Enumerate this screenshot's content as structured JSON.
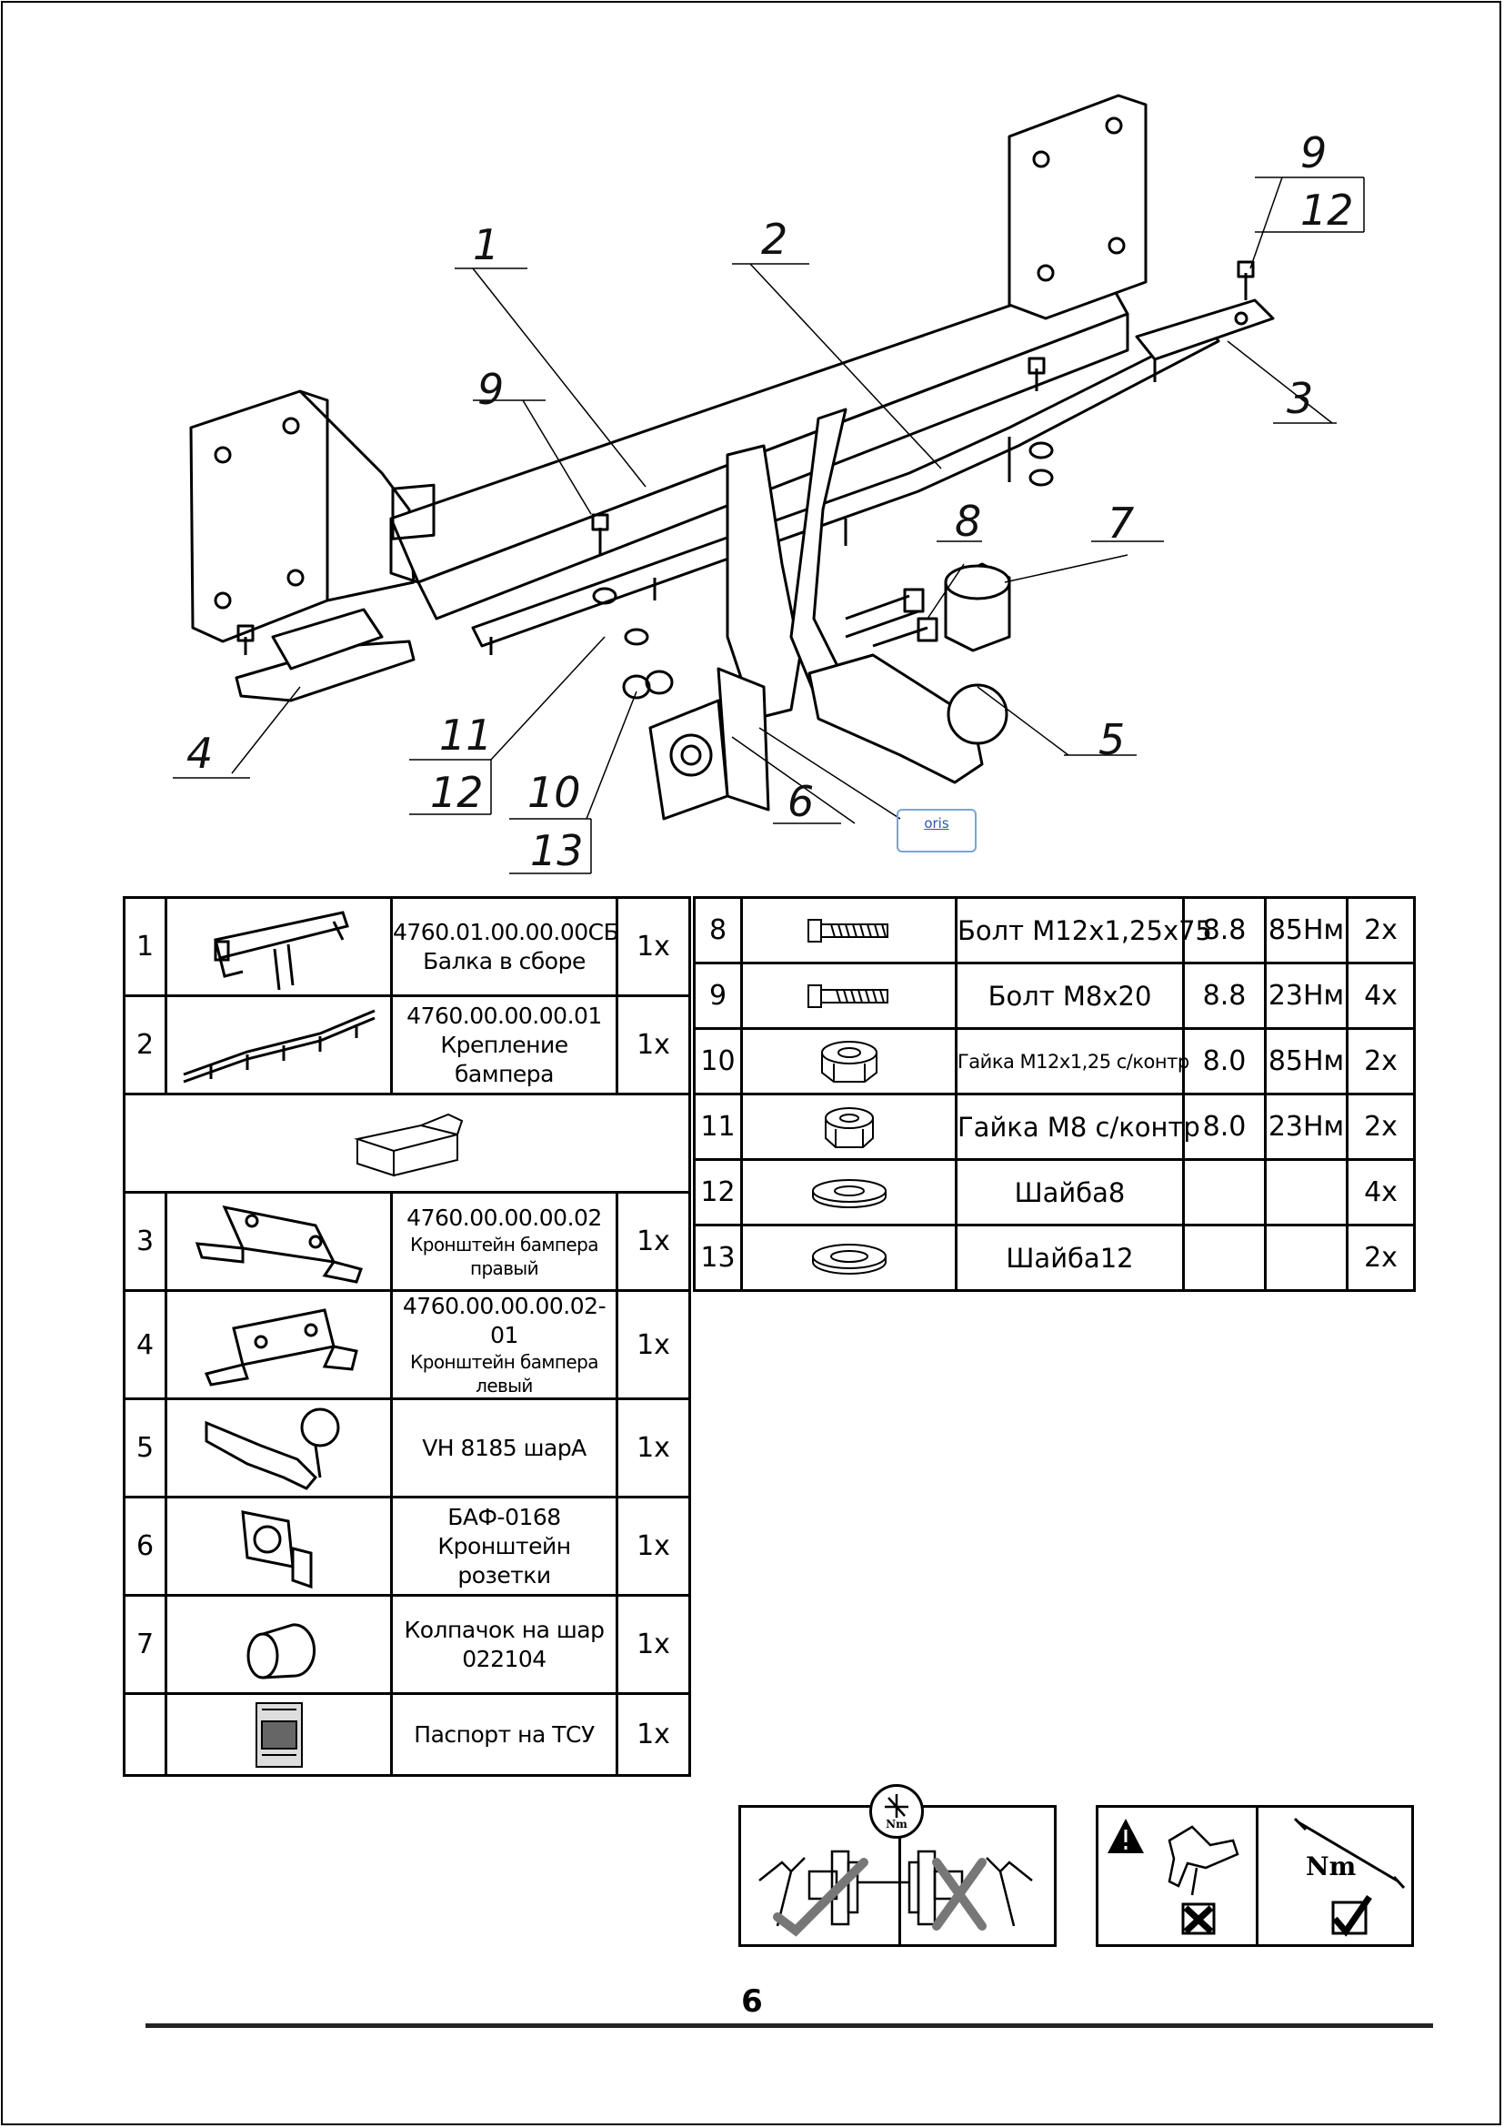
{
  "callouts": [
    "1",
    "2",
    "3",
    "4",
    "5",
    "6",
    "7",
    "8",
    "9",
    "9",
    "10",
    "11",
    "12",
    "12",
    "13",
    "12"
  ],
  "brand_tag": "oris",
  "left_table": [
    {
      "num": "1",
      "code": "4760.01.00.00.00СБ",
      "name": "Балка в сборе",
      "qty": "1x",
      "icon": "beam-assembly-icon"
    },
    {
      "num": "2",
      "code": "4760.00.00.00.01",
      "name": "Крепление бампера",
      "qty": "1x",
      "icon": "bumper-mount-icon"
    },
    {
      "num": "",
      "code": "",
      "name": "",
      "qty": "",
      "icon": "package-box-icon"
    },
    {
      "num": "3",
      "code": "4760.00.00.00.02",
      "name": "Кронштейн бампера правый",
      "qty": "1x",
      "icon": "bracket-right-icon"
    },
    {
      "num": "4",
      "code": "4760.00.00.00.02-01",
      "name": "Кронштейн бампера левый",
      "qty": "1x",
      "icon": "bracket-left-icon"
    },
    {
      "num": "5",
      "code": "VH 8185 шарА",
      "name": "",
      "qty": "1x",
      "icon": "towball-icon"
    },
    {
      "num": "6",
      "code": "БАФ-0168",
      "name": "Кронштейн розетки",
      "qty": "1x",
      "icon": "socket-bracket-icon"
    },
    {
      "num": "7",
      "code": "Колпачок на шар",
      "name": "022104",
      "qty": "1x",
      "icon": "ball-cap-icon"
    },
    {
      "num": "",
      "code": "Паспорт на ТСУ",
      "name": "",
      "qty": "1x",
      "icon": "passport-icon"
    }
  ],
  "right_table": [
    {
      "num": "8",
      "name": "Болт M12x1,25x75",
      "class": "8.8",
      "torque": "85Нм",
      "qty": "2x",
      "icon": "bolt-icon"
    },
    {
      "num": "9",
      "name": "Болт M8x20",
      "class": "8.8",
      "torque": "23Нм",
      "qty": "4x",
      "icon": "bolt-icon"
    },
    {
      "num": "10",
      "name": "Гайка M12x1,25 с/контр",
      "class": "8.0",
      "torque": "85Нм",
      "qty": "2x",
      "icon": "nut-icon"
    },
    {
      "num": "11",
      "name": "Гайка M8 с/контр",
      "class": "8.0",
      "torque": "23Нм",
      "qty": "2x",
      "icon": "nut-icon"
    },
    {
      "num": "12",
      "name": "Шайба8",
      "class": "",
      "torque": "",
      "qty": "4x",
      "icon": "washer-icon"
    },
    {
      "num": "13",
      "name": "Шайба12",
      "class": "",
      "torque": "",
      "qty": "2x",
      "icon": "washer-icon"
    }
  ],
  "torque_badge": "Nm",
  "wrench_label": "Nm",
  "page_number": "6"
}
